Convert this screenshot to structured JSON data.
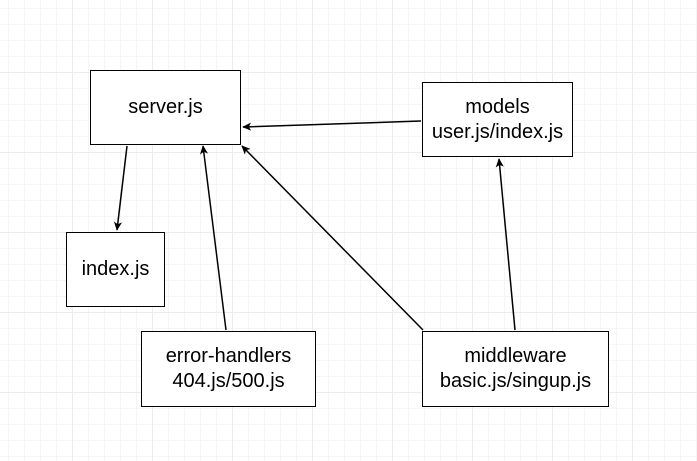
{
  "diagram": {
    "nodes": {
      "server": {
        "line1": "server.js"
      },
      "models": {
        "line1": "models",
        "line2": "user.js/index.js"
      },
      "index": {
        "line1": "index.js"
      },
      "errors": {
        "line1": "error-handlers",
        "line2": "404.js/500.js"
      },
      "middleware": {
        "line1": "middleware",
        "line2": "basic.js/singup.js"
      }
    },
    "edges": [
      {
        "from": "server",
        "to": "index"
      },
      {
        "from": "models",
        "to": "server"
      },
      {
        "from": "errors",
        "to": "server"
      },
      {
        "from": "middleware",
        "to": "server"
      },
      {
        "from": "middleware",
        "to": "models"
      }
    ],
    "colors": {
      "stroke": "#000000",
      "background": "#ffffff",
      "grid": "#ececec"
    }
  }
}
